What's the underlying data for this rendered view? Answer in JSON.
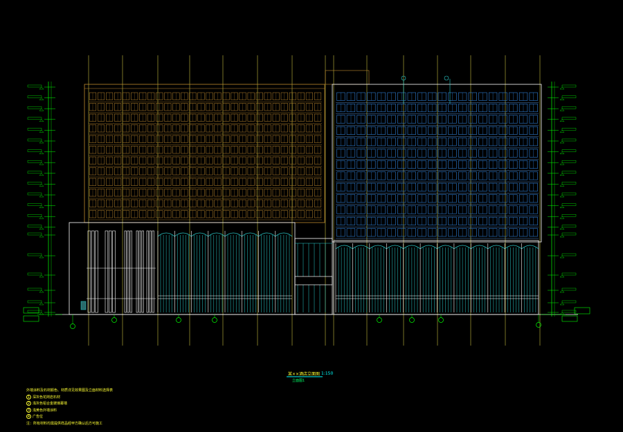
{
  "drawing": {
    "title": "某××酒店立面图",
    "scale": "1:150",
    "subtitle": "立面图1",
    "colors": {
      "background": "#000000",
      "left_tower": "#c08a2e",
      "right_tower": "#2f7fd6",
      "grid_lines": "#c8c040",
      "base_glass": "#2bd0d0",
      "outline": "#ffffff",
      "dimension": "#00ff00",
      "notes": "#ffff33"
    },
    "notes": [
      {
        "marker": "",
        "text": "外墙涂料及石材颜色、材质详见效果图及立面材料选择表"
      },
      {
        "marker": "1",
        "text": "深灰色花岗岩石材"
      },
      {
        "marker": "2",
        "text": "浅灰色铝合金玻璃幕墙"
      },
      {
        "marker": "3",
        "text": "浅黄色外墙涂料"
      },
      {
        "marker": "4",
        "text": "广告位"
      },
      {
        "marker": "",
        "text": "注：所有材料均需提供样品经甲方确认后方可施工"
      }
    ]
  }
}
